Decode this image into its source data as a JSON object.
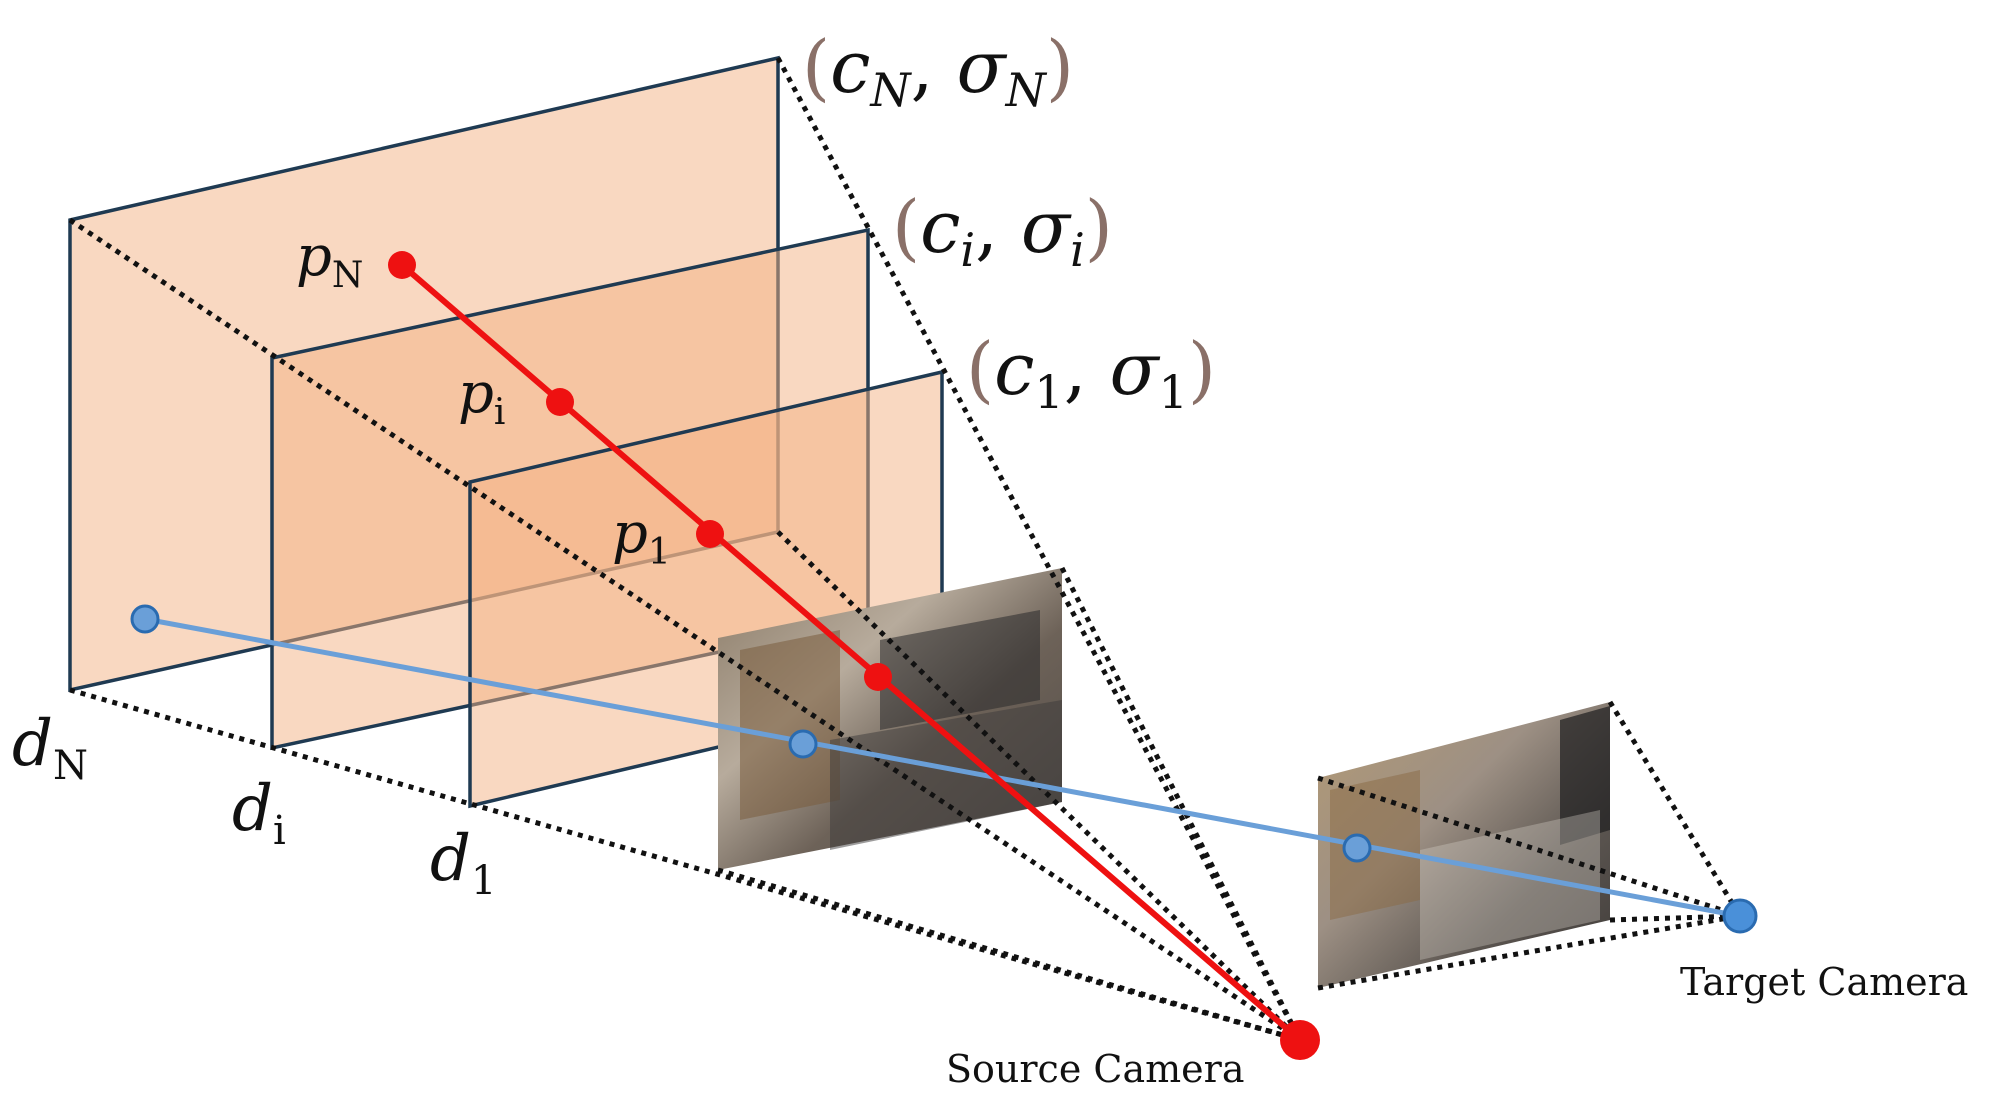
{
  "planes": [
    {
      "depth_label": {
        "base": "d",
        "sub": "N"
      },
      "point_label": {
        "base": "p",
        "sub": "N"
      },
      "params": {
        "c": "c",
        "c_sub": "N",
        "sigma": "σ",
        "sigma_sub": "N"
      }
    },
    {
      "depth_label": {
        "base": "d",
        "sub": "i"
      },
      "point_label": {
        "base": "p",
        "sub": "i"
      },
      "params": {
        "c": "c",
        "c_sub": "i",
        "sigma": "σ",
        "sigma_sub": "i"
      }
    },
    {
      "depth_label": {
        "base": "d",
        "sub": "1"
      },
      "point_label": {
        "base": "p",
        "sub": "1"
      },
      "params": {
        "c": "c",
        "c_sub": "1",
        "sigma": "σ",
        "sigma_sub": "1"
      }
    }
  ],
  "cameras": {
    "source": {
      "label": "Source Camera",
      "color": "#ee1111"
    },
    "target": {
      "label": "Target Camera",
      "color": "#4a90d9"
    }
  },
  "colors": {
    "plane_fill": "#f4b183",
    "plane_edge": "#1f3a52",
    "source_ray": "#ee1111",
    "target_ray": "#6a9fd8",
    "param_paren": "#8a7068"
  }
}
